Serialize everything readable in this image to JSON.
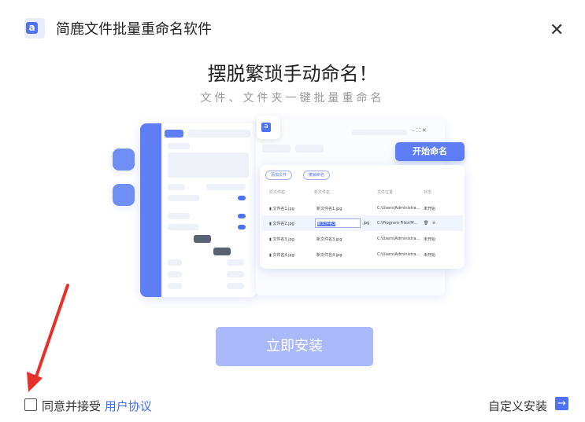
{
  "window": {
    "title": "简鹿文件批量重命名软件",
    "close_icon": "close-icon"
  },
  "hero": {
    "heading": "摆脱繁琐手动命名！",
    "subheading": "文件、文件夹一键批量重命名"
  },
  "illustration": {
    "start_button": "开始命名",
    "add_file": "添加文件",
    "undo_rename": "撤销命名",
    "columns": [
      "原文件名",
      "新文件名",
      "文件位置",
      "状态"
    ],
    "rows": [
      {
        "orig": "文件名1.jpg",
        "new": "新文件名1.jpg",
        "path": "C:\\Users\\Administra...",
        "status": "未开始"
      },
      {
        "orig": "文件名2.jpg",
        "new": "新文件名2",
        "ext": ".jpg",
        "path": "C:\\Program Files\\M...",
        "status": ""
      },
      {
        "orig": "文件名3.jpg",
        "new": "新文件名3.jpg",
        "path": "C:\\Users\\Administra...",
        "status": "未开始"
      },
      {
        "orig": "文件名4.jpg",
        "new": "新文件名4.jpg",
        "path": "C:\\Users\\Administra...",
        "status": "未开始"
      }
    ],
    "accent": "#4f73f0"
  },
  "install_button": "立即安装",
  "agreement": {
    "prefix": "同意并接受",
    "link": "用户协议",
    "checked": false
  },
  "custom_install": "自定义安装"
}
